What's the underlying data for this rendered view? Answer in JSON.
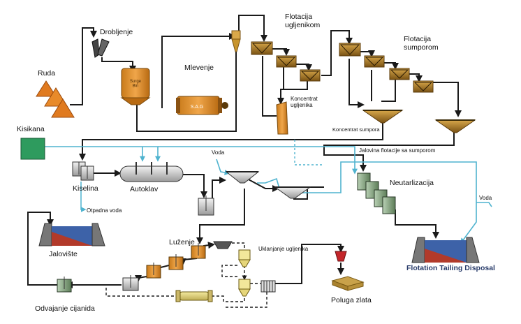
{
  "labels": {
    "drobljenje": "Drobljenje",
    "ruda": "Ruda",
    "surge_bin": "Surge\nBin",
    "mlevenje": "Mlevenje",
    "sag": "S.A.G",
    "flotacija_ugljenikom": "Flotacija\nugljenikom",
    "flotacija_sumporom": "Flotacija\nsumporom",
    "koncentrat_ugljenika": "Koncentrat\nugljenika",
    "koncentrat_sumpora": "Koncentrat sumpora",
    "kisikana": "Kisikana",
    "jalovina_flotacije": "Jalovina flotacije sa sumporom",
    "voda_top": "Voda",
    "kiselina": "Kiselina",
    "autoklav": "Autoklav",
    "neutralizacija": "Neutarlizacija",
    "voda_right": "Voda",
    "otpadna_voda": "Otpadna voda",
    "jaloviste": "Jalovište",
    "luzenje": "Luženje",
    "uklanjanje_ugljenika": "Uklanjanje ugljenika",
    "flotation_tailing": "Flotation Tailing Disposal",
    "poluga_zlata": "Poluga zlata",
    "odvajanje_cijanida": "Odvajanje cijanida"
  },
  "colors": {
    "pipe": "#1a1a1a",
    "water": "#4fb3cf",
    "cell": "#b8862f",
    "cell_dark": "#6e4d12",
    "tank_body": "#cfcfcf",
    "ore": "#e07a1f",
    "kisikana": "#2e9b5e",
    "tailing_red": "#b23a2a",
    "tailing_blue": "#3d62a8",
    "neutral_tank": "#7fa27a",
    "gold": "#c9a24a"
  }
}
